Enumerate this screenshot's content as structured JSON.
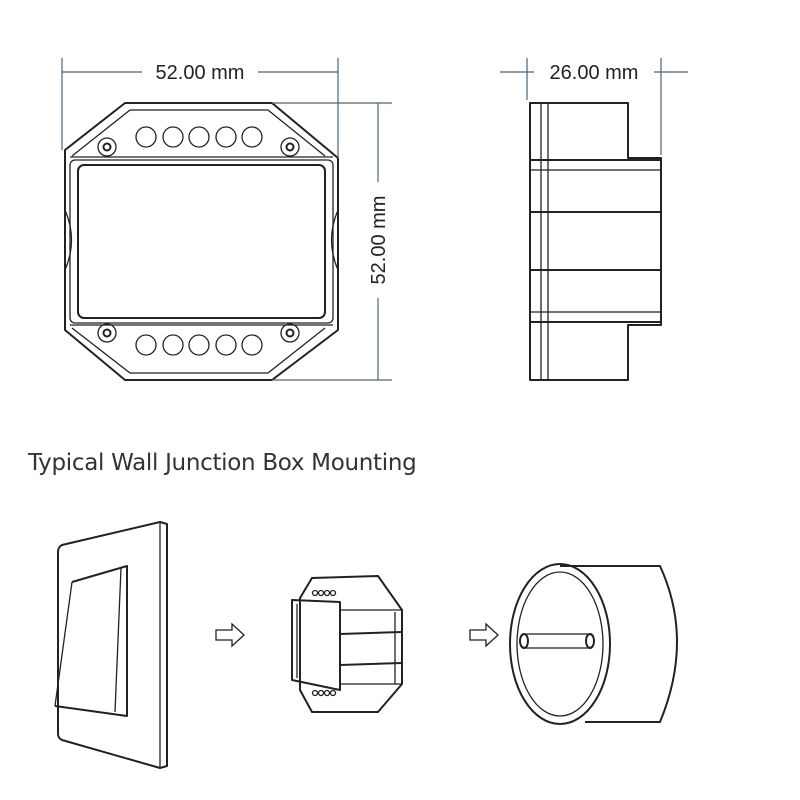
{
  "dimensions": {
    "front_width": "52.00 mm",
    "front_height": "52.00 mm",
    "side_depth": "26.00 mm"
  },
  "section_title": "Typical Wall Junction Box Mounting",
  "colors": {
    "line": "#222222",
    "dimension_line": "#4a6478"
  },
  "mounting_steps": [
    "wall-switch-plate",
    "module",
    "junction-box"
  ]
}
